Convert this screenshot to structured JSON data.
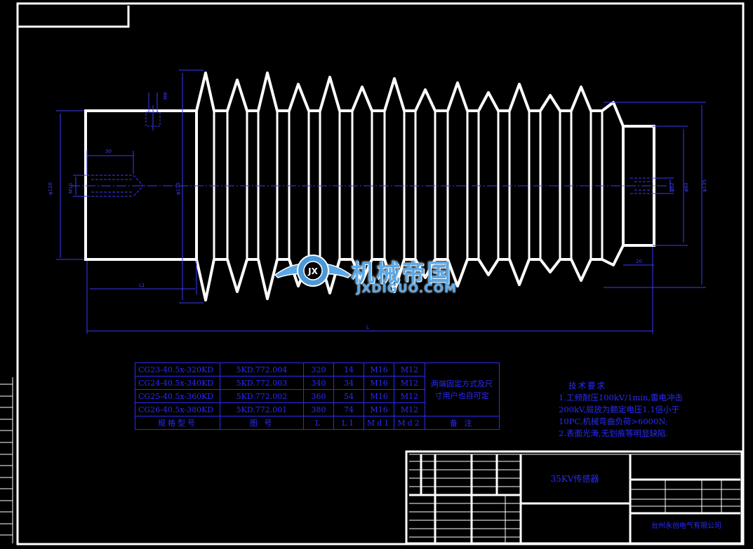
{
  "dimensions": {
    "m8": "M8",
    "d30": "30",
    "phi120": "φ120",
    "m10": "M10",
    "phi175": "φ175",
    "l1": "L1",
    "l": "L",
    "phi62": "φ62",
    "phi80": "φ80",
    "phi135": "φ135",
    "d20": "20"
  },
  "spec_table": {
    "rows": [
      {
        "model": "CG23-40.5x-320KD",
        "drawing": "5KD.772.004",
        "l": "320",
        "l1": "14",
        "md1": "M16",
        "md2": "M12"
      },
      {
        "model": "CG24-40.5x-340KD",
        "drawing": "5KD.772.003",
        "l": "340",
        "l1": "34",
        "md1": "M16",
        "md2": "M12"
      },
      {
        "model": "CG25-40.5x-360KD",
        "drawing": "5KD.772.002",
        "l": "360",
        "l1": "54",
        "md1": "M16",
        "md2": "M12"
      },
      {
        "model": "CG26-40.5x-380KD",
        "drawing": "5KD.772.001",
        "l": "380",
        "l1": "74",
        "md1": "M16",
        "md2": "M12"
      }
    ],
    "remark": "两端固定方式及尺寸用户也自可定",
    "header": {
      "model": "规格型号",
      "drawing": "图 号",
      "l": "L",
      "l1": "L1",
      "md1": "Md1",
      "md2": "Md2",
      "remark": "备 注"
    }
  },
  "tech_requirements": {
    "title": "技术要求",
    "lines": [
      "1.工频耐压100kV/1min,雷电冲击",
      "200kV,局放为额定电压1.1倍小于",
      "10PC,机械弯曲负荷>6000N;",
      "2.表面光滑,无划痕等明显缺陷."
    ]
  },
  "title_block": {
    "product_name": "35KV传感器",
    "company": "台州永创电气有限公司"
  },
  "watermark": {
    "cn": "机械帝国",
    "en": "JXDIGUO.COM",
    "logo_text": "JX"
  },
  "colors": {
    "background": "#000000",
    "outline": "#ffffff",
    "dimension": "#3a3aff",
    "watermark": "#5aa8e8"
  }
}
